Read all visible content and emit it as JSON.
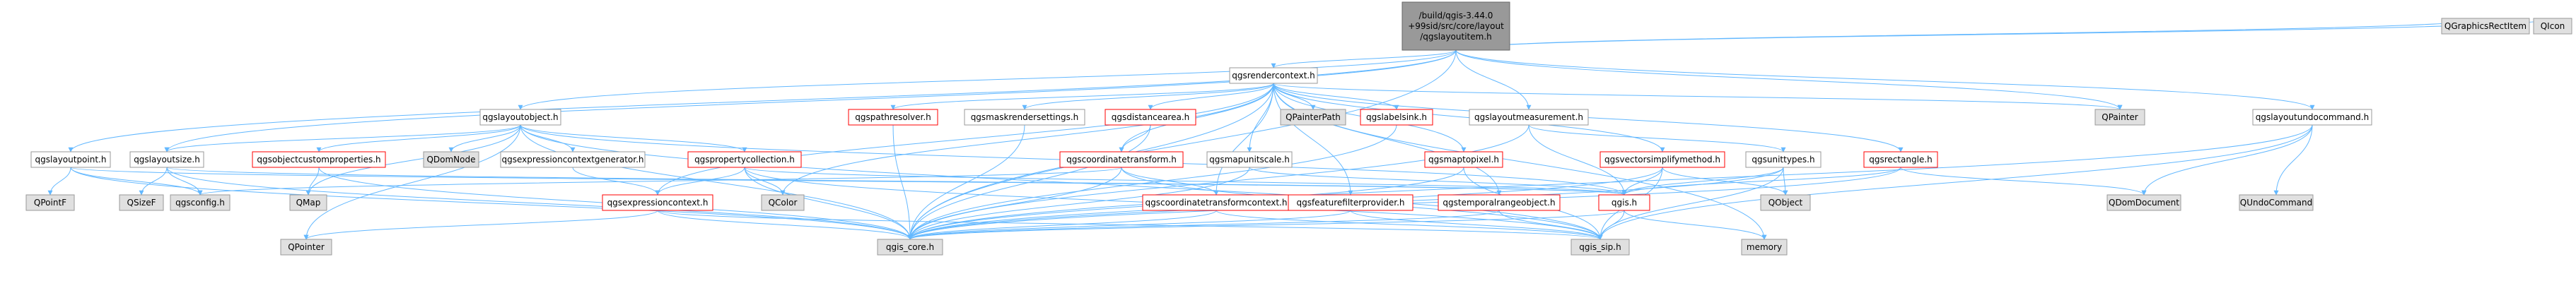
{
  "diagram": {
    "colors": {
      "edge": "#63b8ff",
      "node_fill": "#ffffff",
      "node_border_default": "#999999",
      "node_border_red": "#ff0000",
      "node_fill_external": "#e0e0e0",
      "node_fill_root": "#999999",
      "text": "#000000"
    },
    "nodes": [
      {
        "id": "root",
        "label": "/build/qgis-3.44.0\n+99sid/src/core/layout\n/qgslayoutitem.h",
        "style": "root"
      },
      {
        "id": "qgsrendercontext",
        "label": "qgsrendercontext.h",
        "style": "normal"
      },
      {
        "id": "qgslayoutobject",
        "label": "qgslayoutobject.h",
        "style": "normal"
      },
      {
        "id": "qgslayoutmeasurement",
        "label": "qgslayoutmeasurement.h",
        "style": "normal"
      },
      {
        "id": "qgslayoutundocommand",
        "label": "qgslayoutundocommand.h",
        "style": "normal"
      },
      {
        "id": "qgslayoutpoint",
        "label": "qgslayoutpoint.h",
        "style": "normal"
      },
      {
        "id": "qgslayoutsize",
        "label": "qgslayoutsize.h",
        "style": "normal"
      },
      {
        "id": "qgsobjectcustomproperties",
        "label": "qgsobjectcustomproperties.h",
        "style": "red"
      },
      {
        "id": "QDomNode",
        "label": "QDomNode",
        "style": "external"
      },
      {
        "id": "qgsexpressioncontextgenerator",
        "label": "qgsexpressioncontextgenerator.h",
        "style": "normal"
      },
      {
        "id": "qgspropertycollection",
        "label": "qgspropertycollection.h",
        "style": "red"
      },
      {
        "id": "qgspathresolver",
        "label": "qgspathresolver.h",
        "style": "red"
      },
      {
        "id": "qgsmaskrendersettings",
        "label": "qgsmaskrendersettings.h",
        "style": "normal"
      },
      {
        "id": "qgsdistancearea",
        "label": "qgsdistancearea.h",
        "style": "red"
      },
      {
        "id": "qgscoordinatetransform",
        "label": "qgscoordinatetransform.h",
        "style": "red"
      },
      {
        "id": "qgsmapunitscale",
        "label": "qgsmapunitscale.h",
        "style": "normal"
      },
      {
        "id": "QPainterPath",
        "label": "QPainterPath",
        "style": "external"
      },
      {
        "id": "qgslabelsink",
        "label": "qgslabelsink.h",
        "style": "red"
      },
      {
        "id": "qgsmaptopixel",
        "label": "qgsmaptopixel.h",
        "style": "red"
      },
      {
        "id": "qgsvectorsimplifymethod",
        "label": "qgsvectorsimplifymethod.h",
        "style": "red"
      },
      {
        "id": "qgsunittypes",
        "label": "qgsunittypes.h",
        "style": "normal"
      },
      {
        "id": "qgsrectangle",
        "label": "qgsrectangle.h",
        "style": "red"
      },
      {
        "id": "QPainter",
        "label": "QPainter",
        "style": "external"
      },
      {
        "id": "QGraphicsRectItem",
        "label": "QGraphicsRectItem",
        "style": "external"
      },
      {
        "id": "QIcon",
        "label": "QIcon",
        "style": "external"
      },
      {
        "id": "QPointF",
        "label": "QPointF",
        "style": "external"
      },
      {
        "id": "QSizeF",
        "label": "QSizeF",
        "style": "external"
      },
      {
        "id": "qgsconfig",
        "label": "qgsconfig.h",
        "style": "external"
      },
      {
        "id": "QMap",
        "label": "QMap",
        "style": "external"
      },
      {
        "id": "qgsexpressioncontext",
        "label": "qgsexpressioncontext.h",
        "style": "red"
      },
      {
        "id": "QColor",
        "label": "QColor",
        "style": "external"
      },
      {
        "id": "qgscoordinatetransformcontext",
        "label": "qgscoordinatetransformcontext.h",
        "style": "red"
      },
      {
        "id": "qgsfeaturefilterprovider",
        "label": "qgsfeaturefilterprovider.h",
        "style": "red"
      },
      {
        "id": "qgstemporalrangeobject",
        "label": "qgstemporalrangeobject.h",
        "style": "red"
      },
      {
        "id": "qgis",
        "label": "qgis.h",
        "style": "red"
      },
      {
        "id": "QObject",
        "label": "QObject",
        "style": "external"
      },
      {
        "id": "QDomDocument",
        "label": "QDomDocument",
        "style": "external"
      },
      {
        "id": "QUndoCommand",
        "label": "QUndoCommand",
        "style": "external"
      },
      {
        "id": "QPointer",
        "label": "QPointer",
        "style": "external"
      },
      {
        "id": "qgis_core",
        "label": "qgis_core.h",
        "style": "external"
      },
      {
        "id": "qgis_sip",
        "label": "qgis_sip.h",
        "style": "external"
      },
      {
        "id": "memory",
        "label": "memory",
        "style": "external"
      }
    ],
    "edges": [
      [
        "root",
        "qgsrendercontext"
      ],
      [
        "root",
        "qgslayoutobject"
      ],
      [
        "root",
        "qgslayoutmeasurement"
      ],
      [
        "root",
        "qgslayoutundocommand"
      ],
      [
        "root",
        "qgslayoutpoint"
      ],
      [
        "root",
        "qgslayoutsize"
      ],
      [
        "root",
        "QPainter"
      ],
      [
        "root",
        "QGraphicsRectItem"
      ],
      [
        "root",
        "QIcon"
      ],
      [
        "root",
        "qgis_core"
      ],
      [
        "qgslayoutobject",
        "qgslayoutsize"
      ],
      [
        "qgslayoutobject",
        "qgsobjectcustomproperties"
      ],
      [
        "qgslayoutobject",
        "QDomNode"
      ],
      [
        "qgslayoutobject",
        "qgsexpressioncontextgenerator"
      ],
      [
        "qgslayoutobject",
        "qgspropertycollection"
      ],
      [
        "qgslayoutobject",
        "QMap"
      ],
      [
        "qgslayoutobject",
        "QPointer"
      ],
      [
        "qgslayoutobject",
        "qgis_core"
      ],
      [
        "qgslayoutobject",
        "qgis_sip"
      ],
      [
        "qgslayoutobject",
        "qgis"
      ],
      [
        "qgsrendercontext",
        "qgspathresolver"
      ],
      [
        "qgsrendercontext",
        "qgsmaskrendersettings"
      ],
      [
        "qgsrendercontext",
        "qgsdistancearea"
      ],
      [
        "qgsrendercontext",
        "qgscoordinatetransform"
      ],
      [
        "qgsrendercontext",
        "qgsmapunitscale"
      ],
      [
        "qgsrendercontext",
        "QPainterPath"
      ],
      [
        "qgsrendercontext",
        "qgslabelsink"
      ],
      [
        "qgsrendercontext",
        "qgsmaptopixel"
      ],
      [
        "qgsrendercontext",
        "qgsvectorsimplifymethod"
      ],
      [
        "qgsrendercontext",
        "qgsrectangle"
      ],
      [
        "qgsrendercontext",
        "QPainter"
      ],
      [
        "qgsrendercontext",
        "qgsexpressioncontext"
      ],
      [
        "qgsrendercontext",
        "QColor"
      ],
      [
        "qgsrendercontext",
        "qgscoordinatetransformcontext"
      ],
      [
        "qgsrendercontext",
        "qgsfeaturefilterprovider"
      ],
      [
        "qgsrendercontext",
        "qgstemporalrangeobject"
      ],
      [
        "qgsrendercontext",
        "memory"
      ],
      [
        "qgsrendercontext",
        "qgis_core"
      ],
      [
        "qgslayoutmeasurement",
        "qgsunittypes"
      ],
      [
        "qgslayoutmeasurement",
        "qgis"
      ],
      [
        "qgslayoutmeasurement",
        "qgis_core"
      ],
      [
        "qgslayoutundocommand",
        "QDomDocument"
      ],
      [
        "qgslayoutundocommand",
        "QUndoCommand"
      ],
      [
        "qgslayoutundocommand",
        "qgis_core"
      ],
      [
        "qgslayoutundocommand",
        "qgis_sip"
      ],
      [
        "qgslayoutpoint",
        "QPointF"
      ],
      [
        "qgslayoutpoint",
        "qgsconfig"
      ],
      [
        "qgslayoutpoint",
        "qgis_core"
      ],
      [
        "qgslayoutpoint",
        "qgis"
      ],
      [
        "qgslayoutsize",
        "QSizeF"
      ],
      [
        "qgslayoutsize",
        "qgsconfig"
      ],
      [
        "qgslayoutsize",
        "qgis_core"
      ],
      [
        "qgslayoutsize",
        "qgis"
      ],
      [
        "qgsobjectcustomproperties",
        "QMap"
      ],
      [
        "qgsobjectcustomproperties",
        "qgis_core"
      ],
      [
        "qgsexpressioncontextgenerator",
        "qgsexpressioncontext"
      ],
      [
        "qgspropertycollection",
        "qgsexpressioncontext"
      ],
      [
        "qgspropertycollection",
        "QColor"
      ],
      [
        "qgspropertycollection",
        "qgis_core"
      ],
      [
        "qgspropertycollection",
        "qgis_sip"
      ],
      [
        "qgspropertycollection",
        "qgis"
      ],
      [
        "qgspathresolver",
        "qgis_core"
      ],
      [
        "qgsmaskrendersettings",
        "qgis_core"
      ],
      [
        "qgsdistancearea",
        "qgscoordinatetransform"
      ],
      [
        "qgsdistancearea",
        "qgis_core"
      ],
      [
        "qgscoordinatetransform",
        "qgscoordinatetransformcontext"
      ],
      [
        "qgscoordinatetransform",
        "qgsconfig"
      ],
      [
        "qgscoordinatetransform",
        "qgis_core"
      ],
      [
        "qgscoordinatetransform",
        "qgis_sip"
      ],
      [
        "qgsmapunitscale",
        "qgis"
      ],
      [
        "qgsmapunitscale",
        "qgis_core"
      ],
      [
        "qgsmaptopixel",
        "qgis_core"
      ],
      [
        "qgsmaptopixel",
        "qgis_sip"
      ],
      [
        "qgsvectorsimplifymethod",
        "qgis"
      ],
      [
        "qgsvectorsimplifymethod",
        "QObject"
      ],
      [
        "qgsvectorsimplifymethod",
        "qgis_core"
      ],
      [
        "qgsvectorsimplifymethod",
        "qgis_sip"
      ],
      [
        "qgsunittypes",
        "qgis"
      ],
      [
        "qgsunittypes",
        "QObject"
      ],
      [
        "qgsunittypes",
        "qgis_core"
      ],
      [
        "qgsunittypes",
        "qgis_sip"
      ],
      [
        "qgsrectangle",
        "qgis"
      ],
      [
        "qgsrectangle",
        "QDomDocument"
      ],
      [
        "qgsrectangle",
        "qgis_core"
      ],
      [
        "qgsexpressioncontext",
        "QPointer"
      ],
      [
        "qgsexpressioncontext",
        "qgis_core"
      ],
      [
        "qgsexpressioncontext",
        "qgis_sip"
      ],
      [
        "qgscoordinatetransformcontext",
        "qgis_core"
      ],
      [
        "qgscoordinatetransformcontext",
        "qgis_sip"
      ],
      [
        "qgsfeaturefilterprovider",
        "qgis_core"
      ],
      [
        "qgsfeaturefilterprovider",
        "qgis_sip"
      ],
      [
        "qgstemporalrangeobject",
        "qgis_core"
      ],
      [
        "qgstemporalrangeobject",
        "qgis_sip"
      ],
      [
        "qgis",
        "qgis_core"
      ],
      [
        "qgis",
        "qgis_sip"
      ],
      [
        "qgis",
        "memory"
      ],
      [
        "qgslabelsink",
        "qgis_core"
      ]
    ]
  }
}
